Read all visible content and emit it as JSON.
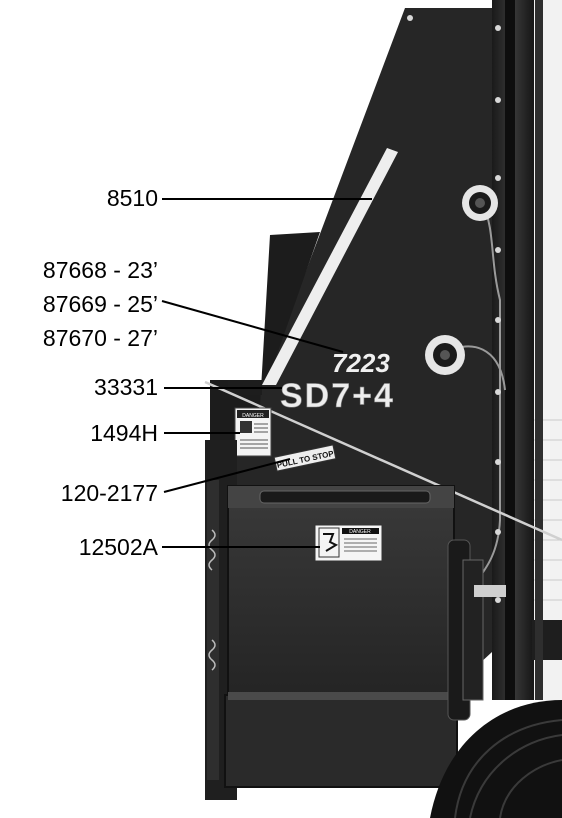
{
  "figure": {
    "callouts": [
      {
        "id": "c1",
        "text": "8510"
      },
      {
        "id": "c2a",
        "text": "87668 - 23’"
      },
      {
        "id": "c2b",
        "text": "87669 - 25’"
      },
      {
        "id": "c2c",
        "text": "87670 - 27’"
      },
      {
        "id": "c3",
        "text": "33331"
      },
      {
        "id": "c4",
        "text": "1494H"
      },
      {
        "id": "c5",
        "text": "120-2177"
      },
      {
        "id": "c6",
        "text": "12502A"
      }
    ],
    "machine_lettering": {
      "model_number": "7223",
      "model_name": "SD7+4"
    },
    "decals": {
      "danger_panel": "DANGER",
      "pull_to_stop": "PULL TO STOP",
      "warning_small": "DANGER"
    },
    "colors": {
      "machine_body": "#2a2a2a",
      "machine_dark": "#141414",
      "background": "#ffffff",
      "label_text": "#000000"
    }
  }
}
